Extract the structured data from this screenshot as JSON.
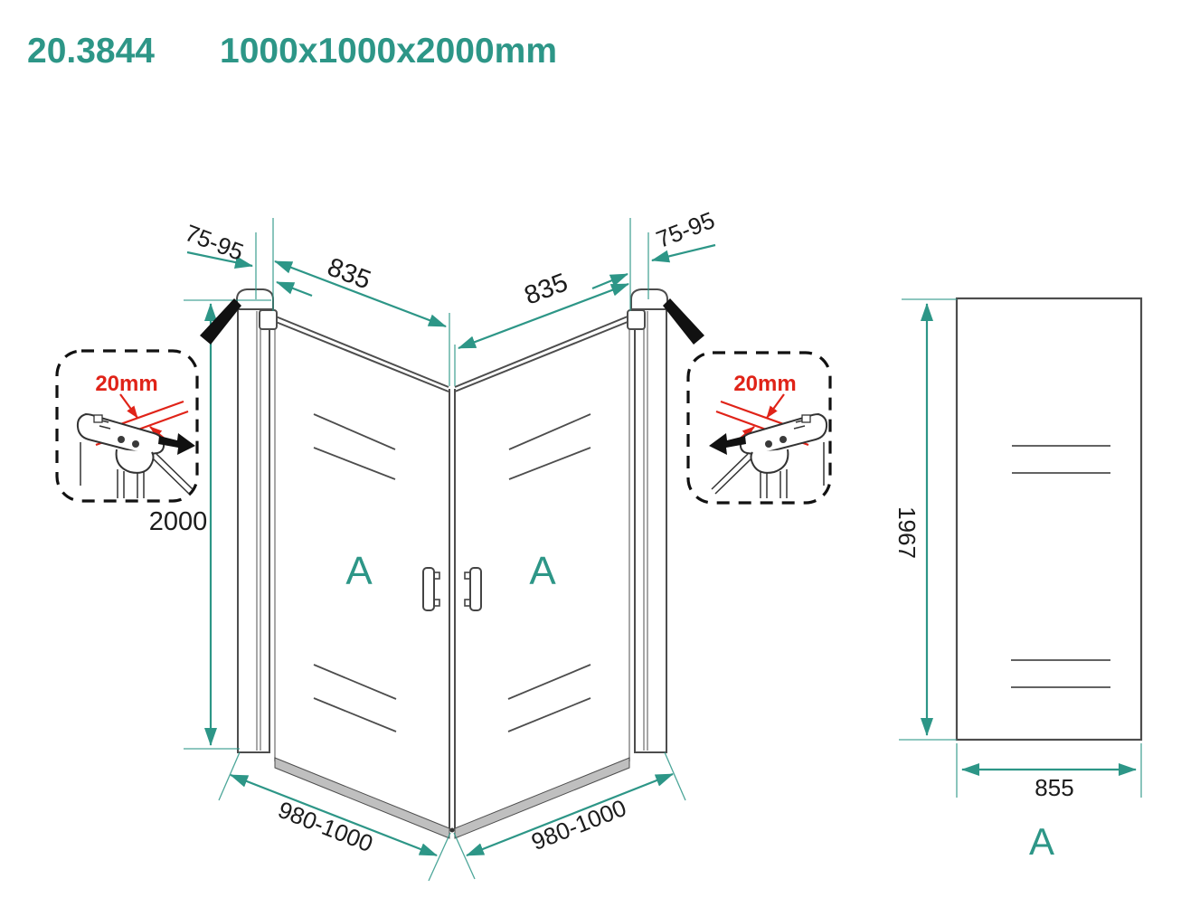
{
  "title": {
    "model": "20.3844",
    "dimensions": "1000x1000x2000mm"
  },
  "colors": {
    "accent_teal": "#2D9687",
    "annotation_red": "#E02318",
    "drawing_gray": "#4D4D4D"
  },
  "front_view": {
    "adjust_left": "75-95",
    "glass_left": "835",
    "glass_right": "835",
    "adjust_right": "75-95",
    "height": "2000",
    "width_left": "980-1000",
    "width_right": "980-1000",
    "door_left_label": "A",
    "door_right_label": "A",
    "callout_left": {
      "gap": "20mm"
    },
    "callout_right": {
      "gap": "20mm"
    }
  },
  "side_view": {
    "height": "1967",
    "width": "855",
    "label": "A"
  }
}
